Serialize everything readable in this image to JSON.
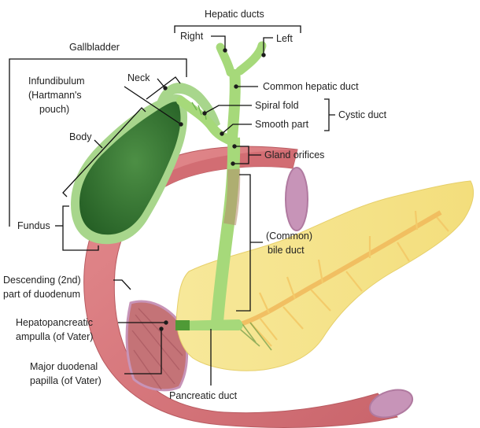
{
  "colors": {
    "duodenum": "#d7767b",
    "duodenum_light": "#e9a4a6",
    "duodenum_dark": "#b85a60",
    "pancreas": "#f5e28a",
    "pancreas_light": "#fbf1b4",
    "pancreatic_duct": "#f0b85a",
    "gallbladder": "#3d7d39",
    "gallbladder_dark": "#245e24",
    "gallbladder_wall": "#a8d68c",
    "duct": "#a6d97a",
    "duct_dark": "#6eb44c",
    "lumen": "#c794b8",
    "label_text": "#222222",
    "leader": "#111111"
  },
  "labels": {
    "hepatic_ducts": "Hepatic ducts",
    "right": "Right",
    "left": "Left",
    "gallbladder": "Gallbladder",
    "infundibulum_1": "Infundibulum",
    "infundibulum_2": "(Hartmann's",
    "infundibulum_3": "pouch)",
    "neck": "Neck",
    "common_hepatic_duct": "Common hepatic duct",
    "spiral_fold": "Spiral fold",
    "smooth_part": "Smooth part",
    "cystic_duct": "Cystic duct",
    "body": "Body",
    "gland_orifices": "Gland orifices",
    "fundus": "Fundus",
    "common_bile_duct_1": "(Common)",
    "common_bile_duct_2": "bile duct",
    "descending_duodenum_1": "Descending (2nd)",
    "descending_duodenum_2": "part of duodenum",
    "ampulla_1": "Hepatopancreatic",
    "ampulla_2": "ampulla (of Vater)",
    "papilla_1": "Major duodenal",
    "papilla_2": "papilla (of Vater)",
    "pancreatic_duct": "Pancreatic duct"
  }
}
